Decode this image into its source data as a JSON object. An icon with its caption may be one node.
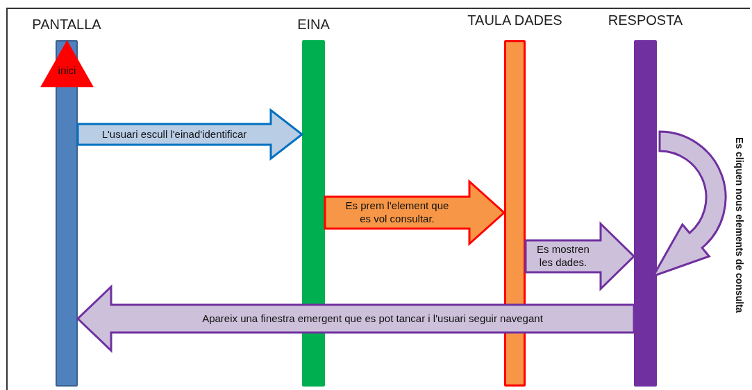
{
  "diagram": {
    "nodes": [
      {
        "text": [
          "PANTALLA"
        ]
      },
      {
        "text": [
          "EINA"
        ]
      },
      {
        "text": [
          "TAULA DADES"
        ]
      },
      {
        "text": [
          "RESPOSTA"
        ]
      },
      {
        "text": [
          "inici"
        ]
      }
    ],
    "edges": [
      {
        "from": 0,
        "to": 1,
        "arrow": "to",
        "label": "L'usuari escull l'einad'identificar",
        "color": "#0070c0"
      },
      {
        "from": 1,
        "to": 2,
        "arrow": "to",
        "label": "Es prem l'element que es vol consultar.",
        "color": "#ff0000"
      },
      {
        "from": 2,
        "to": 3,
        "arrow": "to",
        "label": "Es mostren les dades."
      },
      {
        "from": 3,
        "to": 3,
        "arrow": "to",
        "label": "Es cliquen nous elements de consulta"
      },
      {
        "from": 3,
        "to": 0,
        "arrow": "to",
        "label": "Apareix una finestra emergent que es pot tancar i l'usuari seguir navegant"
      }
    ]
  }
}
